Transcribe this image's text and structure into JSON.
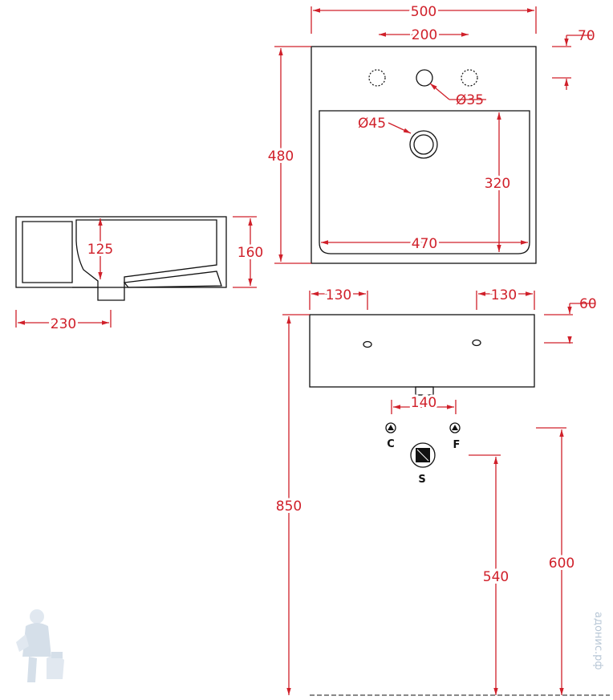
{
  "dimensions": {
    "width_total": "500",
    "tap_spacing": "200",
    "edge_to_tap": "70",
    "tap_hole": "Ø35",
    "drain_hole": "Ø45",
    "depth_total": "480",
    "basin_depth": "320",
    "basin_width": "470",
    "side_height": "160",
    "side_inner_depth": "125",
    "side_width": "230",
    "wall_left_offset": "130",
    "wall_right_offset": "130",
    "front_height": "60",
    "drain_width": "140",
    "floor_to_top": "850",
    "floor_to_waste": "540",
    "floor_to_supply": "600"
  },
  "connection_labels": {
    "cold": "C",
    "hot": "F",
    "waste": "S"
  },
  "watermark": "адонис.рф"
}
